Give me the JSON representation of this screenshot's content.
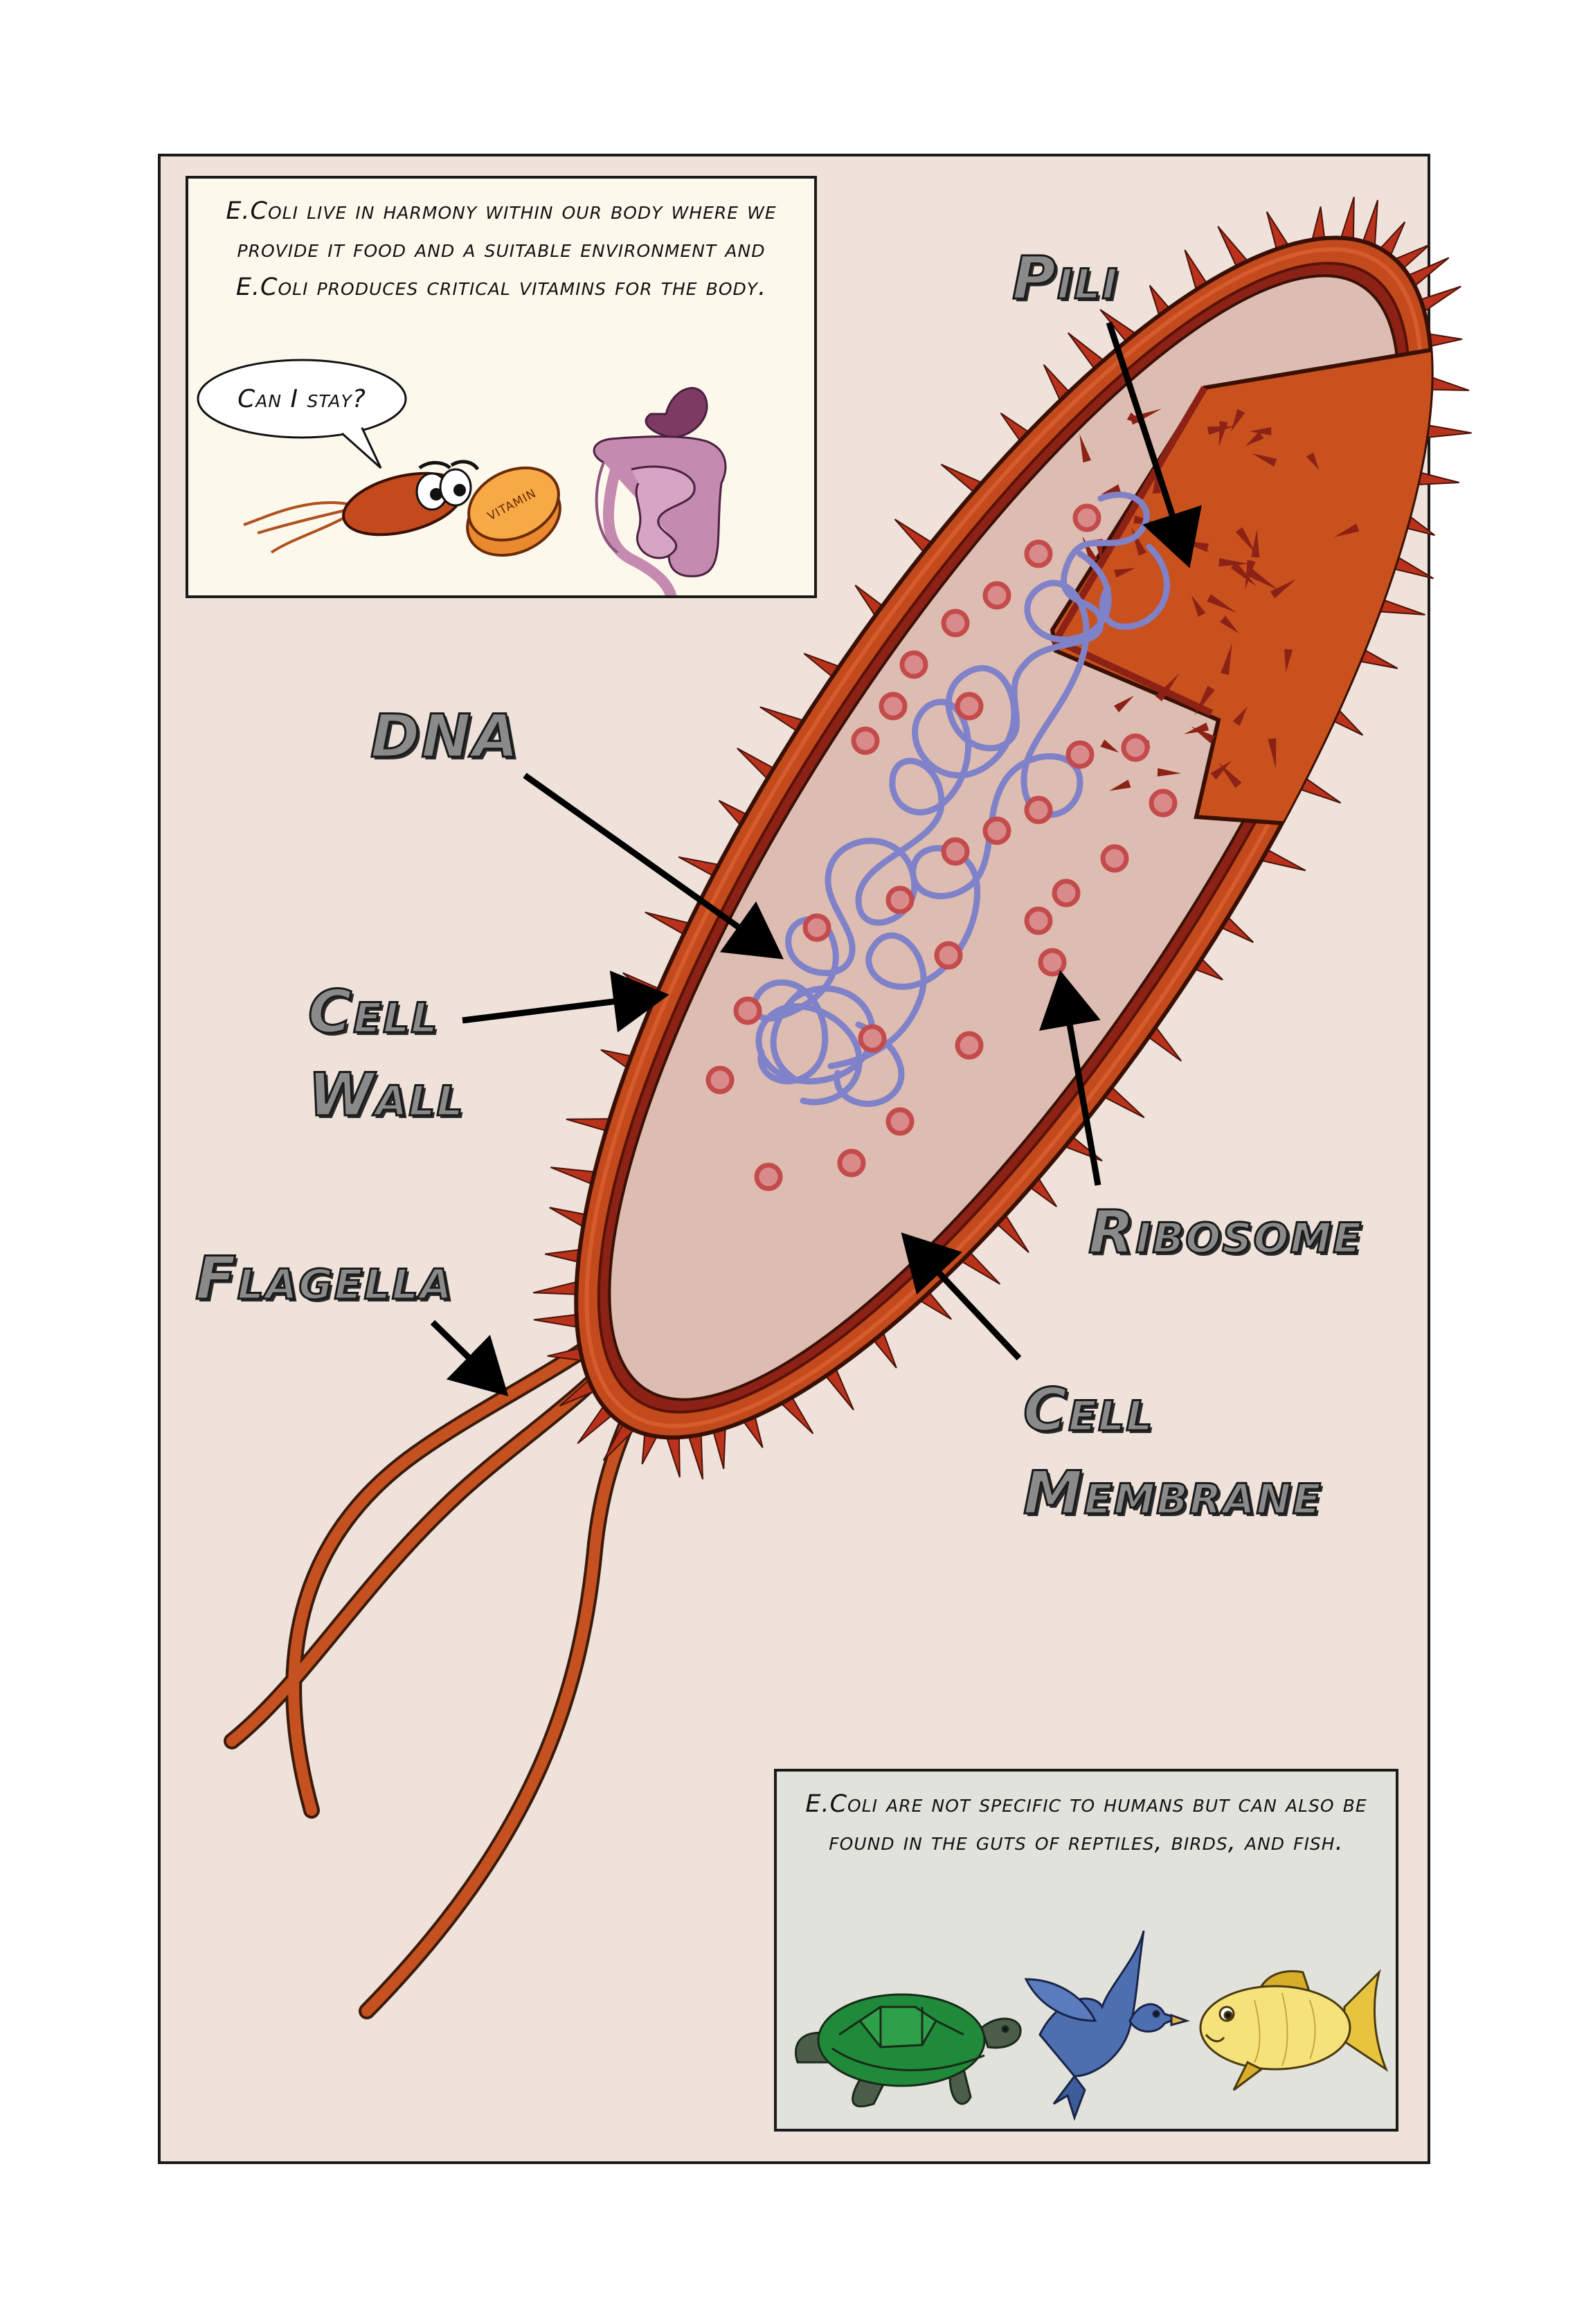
{
  "top_caption": "E.Coli live in harmony within our body where we provide it food and a suitable environment and E.Coli produces critical vitamins for the body.",
  "speech_bubble": "Can I stay?",
  "vitamin_label": "VITAMIN",
  "bottom_caption": "E.Coli are not specific to humans but can also be found in the guts of reptiles, birds, and fish.",
  "labels": {
    "pili": "Pili",
    "dna": "DNA",
    "cell_wall_1": "Cell",
    "cell_wall_2": "Wall",
    "flagella": "Flagella",
    "ribosome": "Ribosome",
    "cell_membrane_1": "Cell",
    "cell_membrane_2": "Membrane"
  },
  "colors": {
    "panel_background": "#efe2db",
    "cell_wall": "#c24a1c",
    "cytoplasm": "#ddbcb1",
    "dna": "#7f82c8",
    "ribosome": "#c44b4b",
    "label_fill": "#8a8a8a"
  }
}
